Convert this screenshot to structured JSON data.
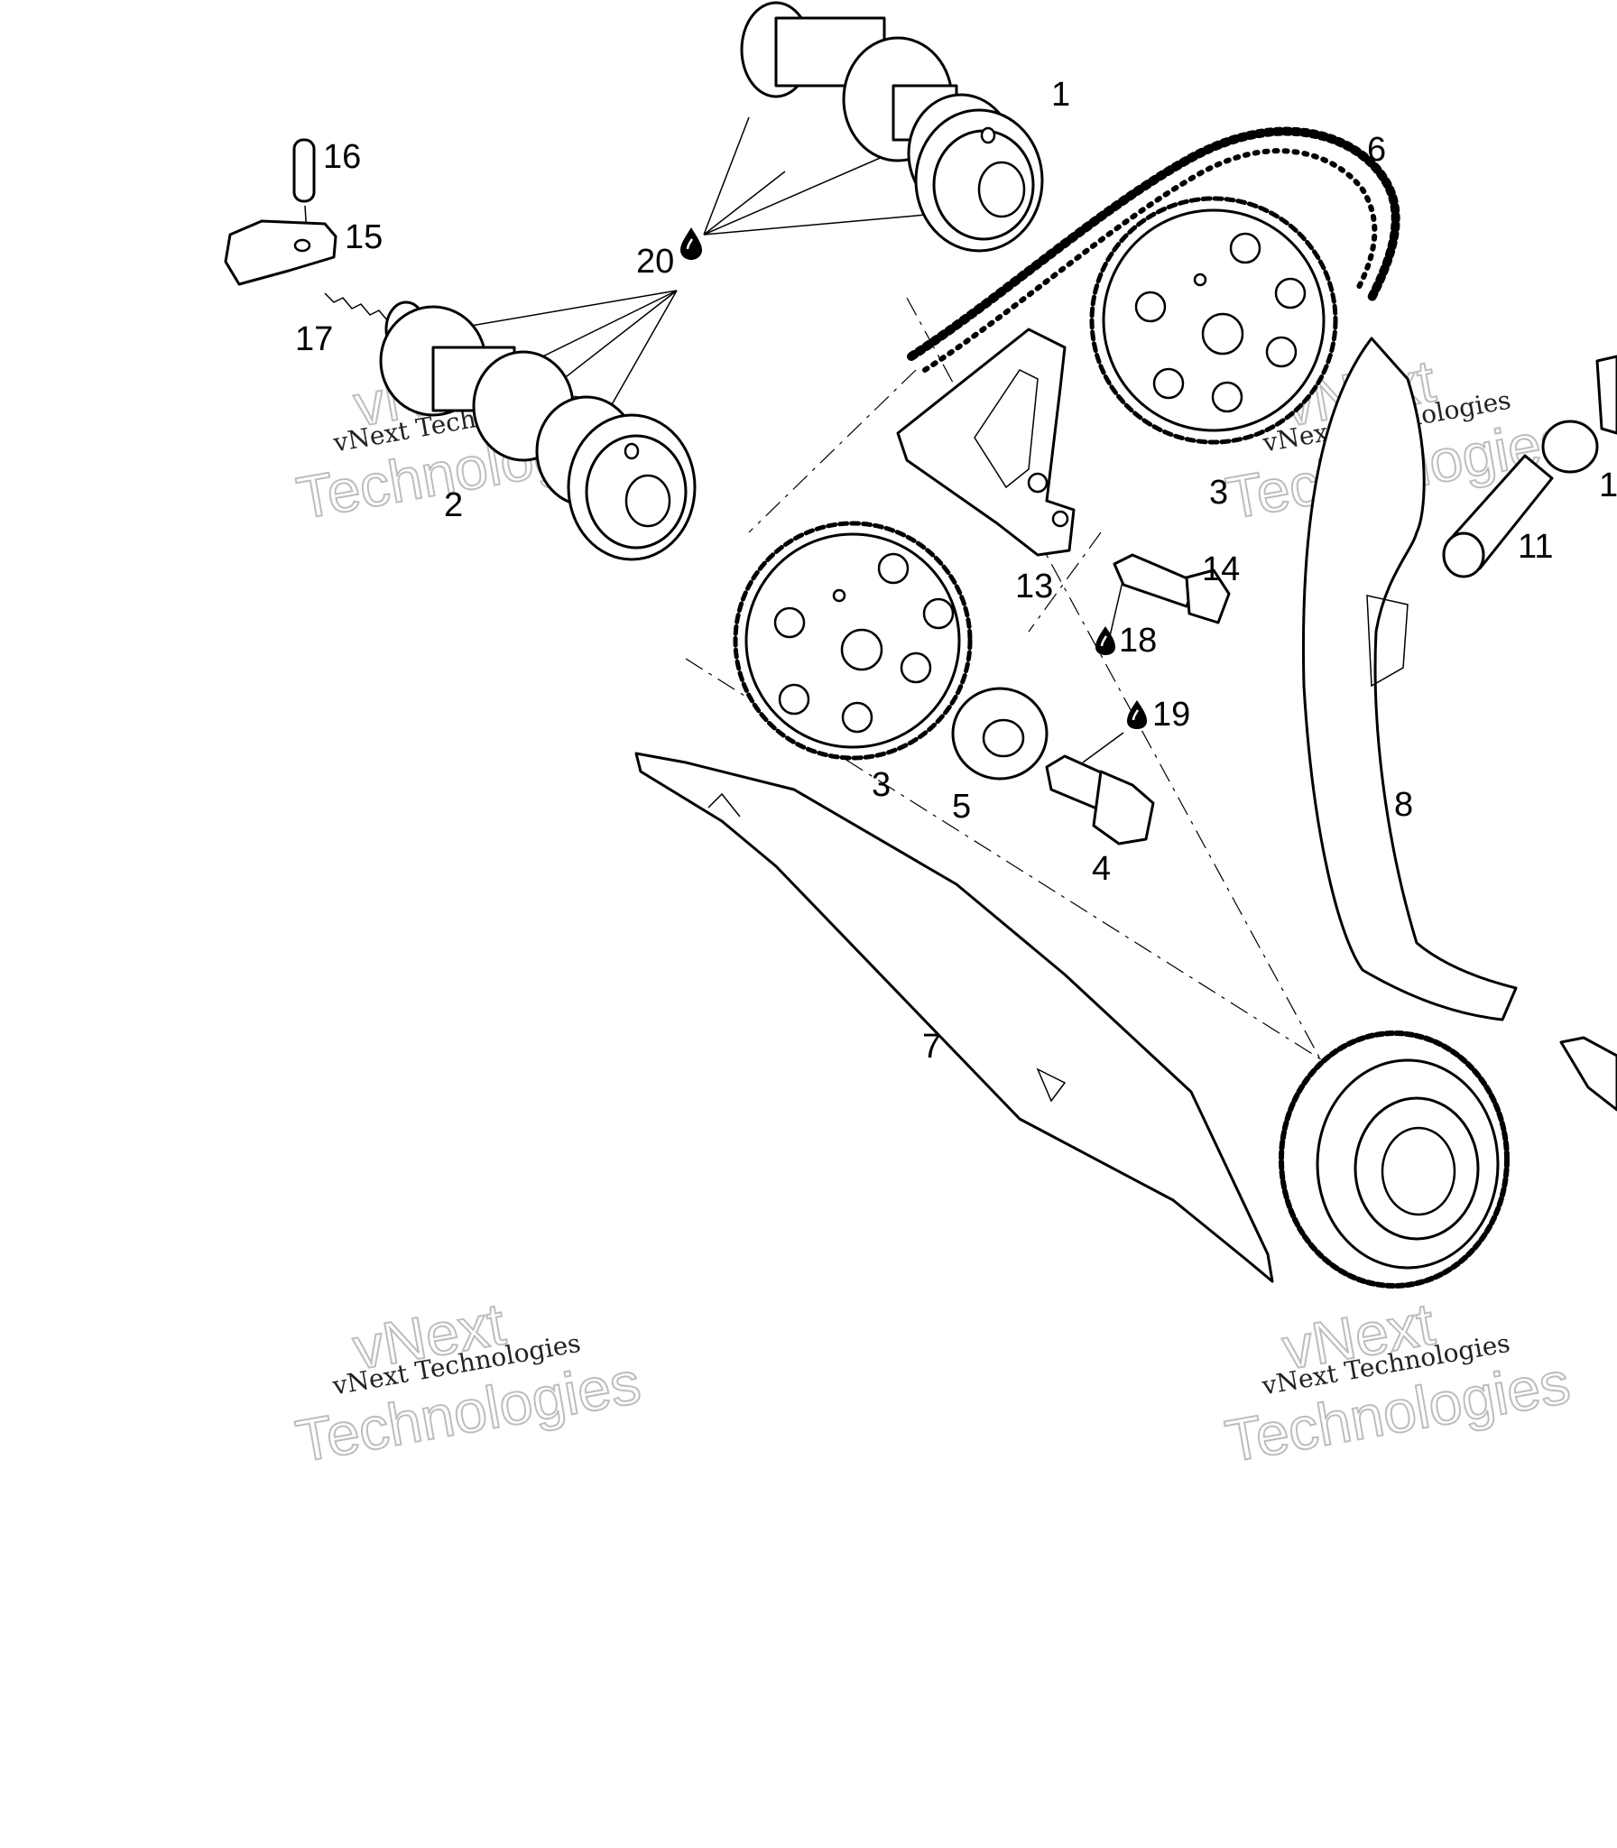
{
  "callouts": {
    "c1": "1",
    "c2": "2",
    "c3a": "3",
    "c3b": "3",
    "c4": "4",
    "c5": "5",
    "c6": "6",
    "c7": "7",
    "c8": "8",
    "c11": "11",
    "c13": "13",
    "c14": "14",
    "c15": "15",
    "c16": "16",
    "c17": "17",
    "c18": "18",
    "c19": "19",
    "c20": "20",
    "c_edge": "1"
  },
  "icons": {
    "lubricant": "oil-drop-icon"
  },
  "watermark": {
    "line1": "vNext",
    "line2": "vNext Technologies",
    "line3": "Technologies"
  },
  "colors": {
    "ink": "#000000",
    "paper": "#ffffff",
    "watermark": "#bdbdbd"
  }
}
